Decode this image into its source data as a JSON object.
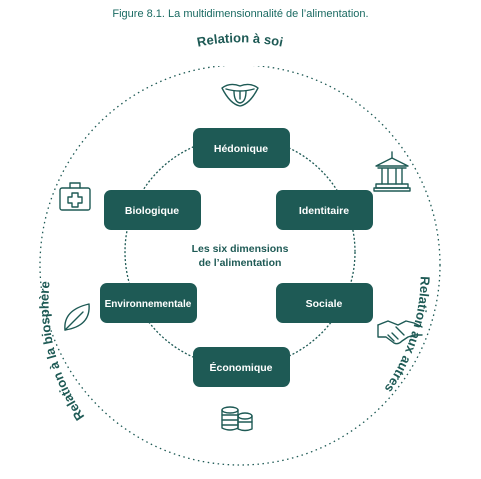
{
  "caption": "Figure 8.1. La multidimensionnalité de l’alimentation.",
  "outer_labels": {
    "top": "Relation à soi",
    "right": "Relation aux autres",
    "left": "Relation à la biosphère"
  },
  "center": {
    "line1": "Les six dimensions",
    "line2": "de l’alimentation"
  },
  "dimensions": {
    "hedonique": "Hédonique",
    "identitaire": "Identitaire",
    "sociale": "Sociale",
    "economique": "Économique",
    "environnementale": "Environnementale",
    "biologique": "Biologique"
  },
  "icons": [
    "mouth-icon",
    "building-icon",
    "handshake-icon",
    "coins-icon",
    "leaf-icon",
    "medical-kit-icon"
  ],
  "colors": {
    "box": "#1e5a55",
    "text": "#1e5a55",
    "caption": "#1a6a62"
  }
}
